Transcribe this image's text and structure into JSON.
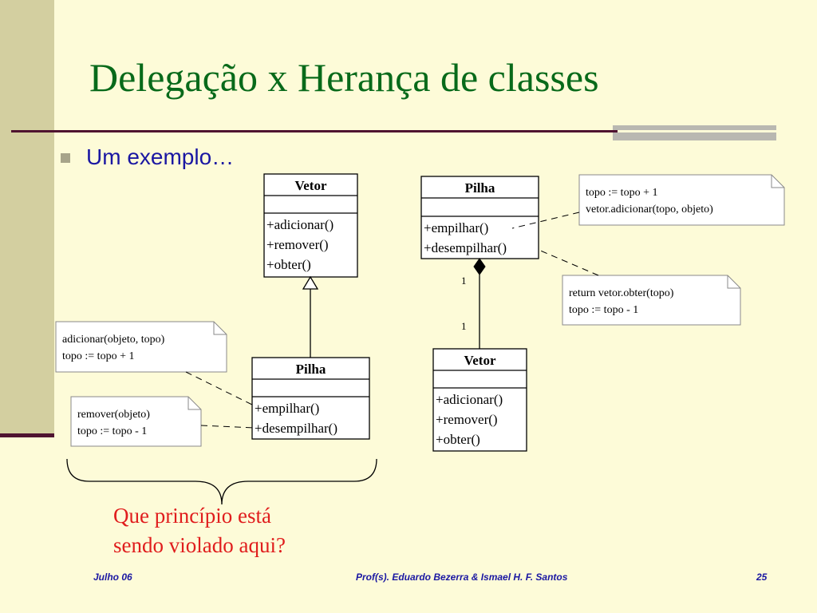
{
  "slide": {
    "title": "Delegação x Herança de classes",
    "bullet": "Um exemplo…",
    "question_lines": [
      "Que princípio está",
      "sendo violado aqui?"
    ],
    "colors": {
      "background": "#fdfbd8",
      "title": "#086a1a",
      "bullet_text": "#1a17a2",
      "question": "#e01d1d",
      "rule": "#4f1330",
      "band": "#d3cfa0"
    }
  },
  "diagram_left": {
    "superclass": {
      "name": "Vetor",
      "operations": [
        "+adicionar()",
        "+remover()",
        "+obter()"
      ]
    },
    "subclass": {
      "name": "Pilha",
      "operations": [
        "+empilhar()",
        "+desempilhar()"
      ]
    },
    "relationship": "inheritance",
    "notes": [
      [
        "adicionar(objeto, topo)",
        "topo := topo + 1"
      ],
      [
        "remover(objeto)",
        "topo := topo - 1"
      ]
    ]
  },
  "diagram_right": {
    "whole": {
      "name": "Pilha",
      "operations": [
        "+empilhar()",
        "+desempilhar()"
      ]
    },
    "part": {
      "name": "Vetor",
      "operations": [
        "+adicionar()",
        "+remover()",
        "+obter()"
      ]
    },
    "relationship": "composition",
    "multiplicity": {
      "whole": "1",
      "part": "1"
    },
    "notes": [
      [
        "topo := topo + 1",
        "vetor.adicionar(topo, objeto)"
      ],
      [
        "return vetor.obter(topo)",
        "topo := topo - 1"
      ]
    ]
  },
  "footer": {
    "date": "Julho 06",
    "authors": "Prof(s). Eduardo Bezerra & Ismael H. F. Santos",
    "page": "25"
  }
}
